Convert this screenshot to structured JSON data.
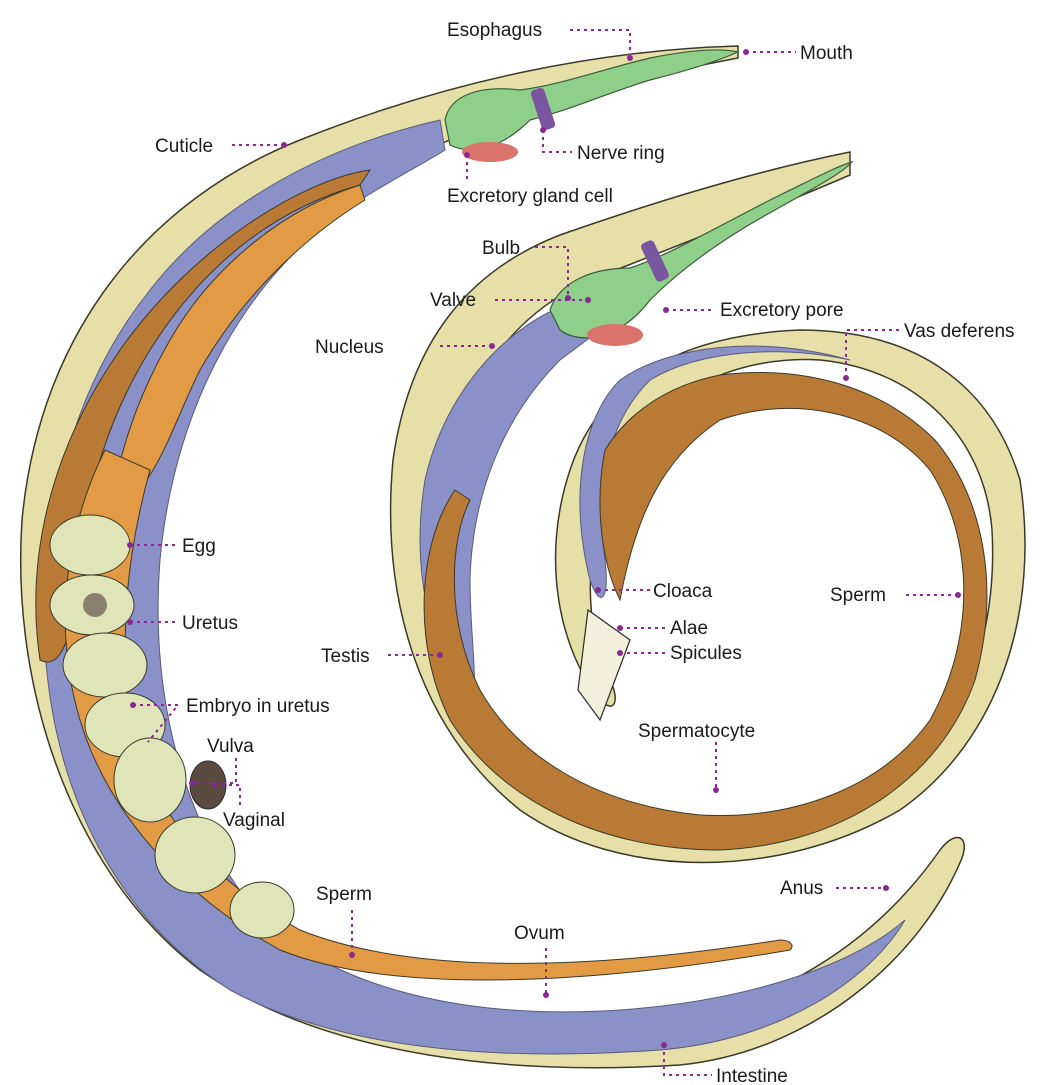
{
  "colors": {
    "cuticle": "#e6e0a8",
    "intestine": "#8a90c8",
    "gonad": "#e39a45",
    "gonad_dark": "#b87a34",
    "esophagus": "#8ed08a",
    "nerve_ring": "#7a55a0",
    "gland": "#d9736c",
    "egg": "#dfe5b8",
    "leader": "#8a2a90",
    "outline": "#3a3a2a"
  },
  "labels": {
    "esophagus": "Esophagus",
    "mouth": "Mouth",
    "cuticle": "Cuticle",
    "nerve_ring": "Nerve ring",
    "excretory_gland_cell": "Excretory gland cell",
    "bulb": "Bulb",
    "valve": "Valve",
    "excretory_pore": "Excretory pore",
    "nucleus": "Nucleus",
    "vas_deferens": "Vas deferens",
    "egg": "Egg",
    "uretus": "Uretus",
    "cloaca": "Cloaca",
    "alae": "Alae",
    "spicules": "Spicules",
    "sperm_male": "Sperm",
    "testis": "Testis",
    "embryo_in_uretus": "Embryo in uretus",
    "vulva": "Vulva",
    "vaginal": "Vaginal",
    "spermatocyte": "Spermatocyte",
    "anus": "Anus",
    "sperm_female": "Sperm",
    "ovum": "Ovum",
    "intestine": "Intestine"
  }
}
